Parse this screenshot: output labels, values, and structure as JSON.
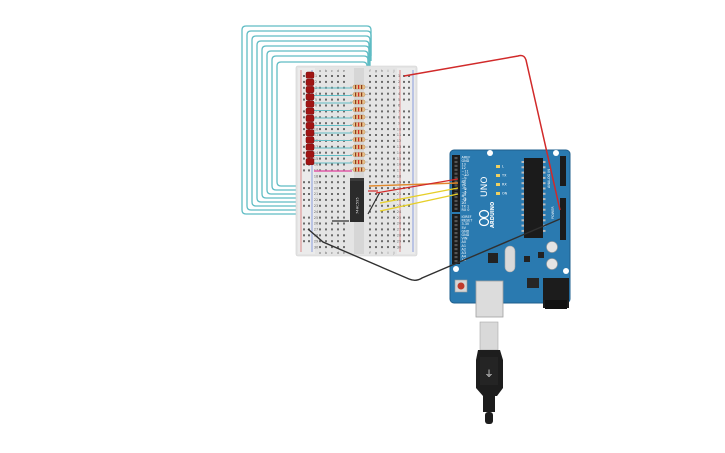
{
  "breadboard": {
    "column_letters": [
      "a",
      "b",
      "c",
      "d",
      "e",
      "f",
      "g",
      "h",
      "i",
      "j"
    ],
    "row_numbers": [
      "1",
      "2",
      "3",
      "4",
      "5",
      "6",
      "7",
      "8",
      "9",
      "10",
      "11",
      "12",
      "13",
      "14",
      "15",
      "16",
      "17",
      "18",
      "19",
      "20",
      "21",
      "22",
      "23",
      "24",
      "25",
      "26",
      "27",
      "28",
      "29",
      "30"
    ]
  },
  "shift_register": {
    "label": "74HC595"
  },
  "arduino": {
    "logo_text": "UNO",
    "brand_text": "ARDUINO",
    "digital_label": "DIGITAL (PWM ~)",
    "power_label": "POWER",
    "analog_label": "ANALOG IN",
    "top_header_labels": [
      "AREF",
      "GND",
      "13",
      "12",
      "~11",
      "~10",
      "~9",
      "8",
      "7",
      "~6",
      "~5",
      "4",
      "~3",
      "2",
      "TX 1",
      "RX 0"
    ],
    "bottom_header_labels": [
      "IOREF",
      "RESET",
      "3.3V",
      "5V",
      "GND",
      "GND",
      "VIN",
      "A0",
      "A1",
      "A2",
      "A3",
      "A4",
      "A5"
    ],
    "led_labels": [
      "L",
      "TX",
      "RX",
      "ON"
    ]
  },
  "colors": {
    "arduino_board": "#2a7ab0",
    "loop_wire": "#5fbcc4",
    "led": "#a01414",
    "red_wire": "#d12a2a",
    "orange_wire": "#e0882a",
    "yellow_wire": "#e6cf2a",
    "black_wire": "#303030"
  }
}
